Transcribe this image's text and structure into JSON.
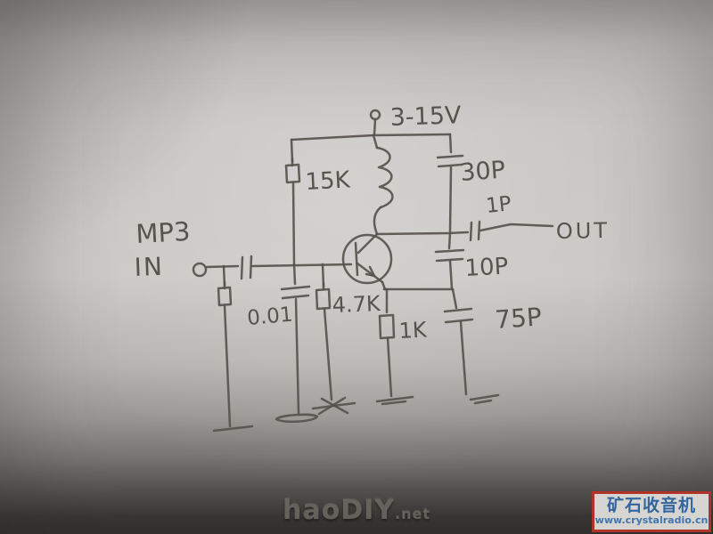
{
  "colors": {
    "paper": "#c7c5c2",
    "paper_dark_bottom": "#3a3836",
    "pencil": "#57534d",
    "badge_border": "#b23428",
    "badge_background": "#d6d5d1",
    "badge_text": "#33659f",
    "watermark_text": "#6c6862"
  },
  "schematic": {
    "labels": {
      "input_line1": "MP3",
      "input_line2": "IN",
      "supply": "3-15V",
      "output": "OUT",
      "r_base_upper": "15K",
      "r_base_lower": "4.7K",
      "r_emitter": "1K",
      "c_base_bypass": "0.01",
      "c_collector_top": "30P",
      "c_output": "1P",
      "c_feedback_mid": "10P",
      "c_emitter": "75P"
    }
  },
  "watermark": {
    "brand": "haoDIY",
    "suffix": ".net"
  },
  "badge": {
    "title": "矿石收音机",
    "url": "www.crystalradio.cn"
  }
}
